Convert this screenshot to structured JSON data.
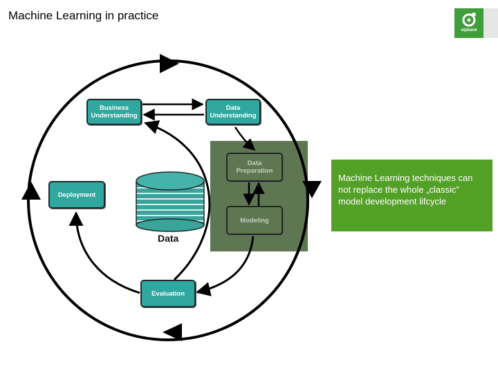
{
  "slide": {
    "title": "Machine Learning in practice"
  },
  "logo": {
    "text": "otpbank",
    "icon": "otp-bank-logo"
  },
  "diagram": {
    "nodes": {
      "business_understanding": "Business\nUnderstanding",
      "data_understanding": "Data\nUnderstanding",
      "data_preparation": "Data\nPreparation",
      "modeling": "Modeling",
      "deployment": "Deployment",
      "evaluation": "Evaluation"
    },
    "data_store_label": "Data",
    "data_store_icon": "database-cylinder-icon"
  },
  "callout": {
    "text": "Machine Learning techniques can not replace the whole „classic” model development lifcycle"
  },
  "colors": {
    "node": "#30a79f",
    "highlight": "#5f7653",
    "callout": "#53a027",
    "logo": "#3f9d3a"
  }
}
